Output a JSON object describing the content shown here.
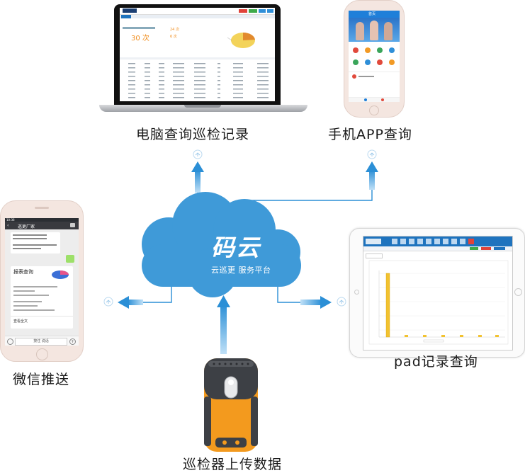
{
  "labels": {
    "pc": "电脑查询巡检记录",
    "mobile_app": "手机APP查询",
    "wechat": "微信推送",
    "pad": "pad记录查询",
    "device": "巡检器上传数据"
  },
  "cloud": {
    "logo": "码云",
    "subtitle": "云巡更 服务平台"
  },
  "pc_screen": {
    "stat_value": "30 次",
    "stat_small_1": "24 次",
    "stat_small_2": "6 次"
  },
  "wechat_screen": {
    "time": "10:36",
    "chat_title": "巡更厂家",
    "card_title": "报表查询",
    "footer_link": "查看全文",
    "input_hint": "按住 说话"
  },
  "phone_app_screen": {
    "title": "首页"
  },
  "colors": {
    "cloud": "#3f9ad8",
    "arrow": "#2b8fd6",
    "device_orange": "#f39a1e",
    "header_blue": "#1e73be"
  }
}
